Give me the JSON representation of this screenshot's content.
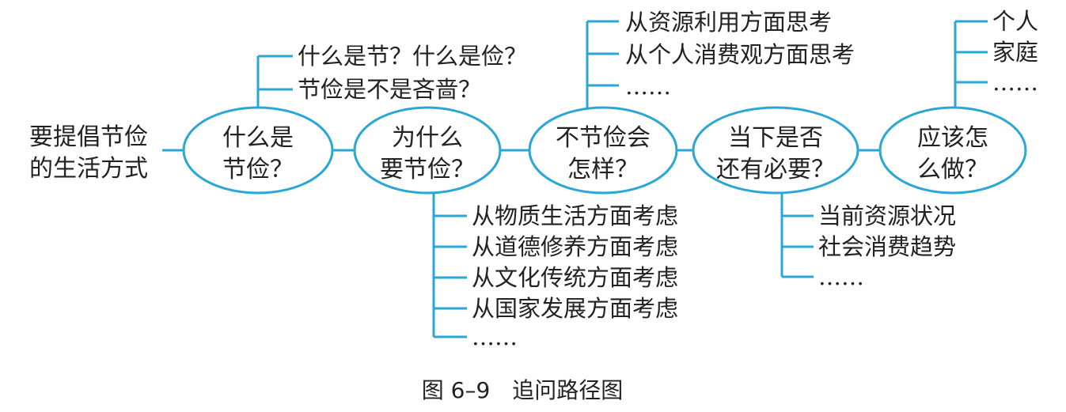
{
  "root": {
    "lines": [
      "要提倡节俭",
      "的生活方式"
    ]
  },
  "nodes": [
    {
      "id": "what",
      "lines": [
        "什么是",
        "节俭？"
      ]
    },
    {
      "id": "why",
      "lines": [
        "为什么",
        "要节俭？"
      ]
    },
    {
      "id": "consequence",
      "lines": [
        "不节俭会",
        "怎样？"
      ]
    },
    {
      "id": "necessity",
      "lines": [
        "当下是否",
        "还有必要？"
      ]
    },
    {
      "id": "how",
      "lines": [
        "应该怎",
        "么做？"
      ]
    }
  ],
  "branches": {
    "what": [
      "什么是节？什么是俭？",
      "节俭是不是吝啬？"
    ],
    "why": [
      "从物质生活方面考虑",
      "从道德修养方面考虑",
      "从文化传统方面考虑",
      "从国家发展方面考虑",
      "……"
    ],
    "consequence": [
      "从资源利用方面思考",
      "从个人消费观方面思考",
      "……"
    ],
    "necessity": [
      "当前资源状况",
      "社会消费趋势",
      "……"
    ],
    "how": [
      "个人",
      "家庭",
      "……"
    ]
  },
  "caption": "图 6–9　追问路径图",
  "colors": {
    "line": "#2aa7d6",
    "text": "#222222"
  }
}
